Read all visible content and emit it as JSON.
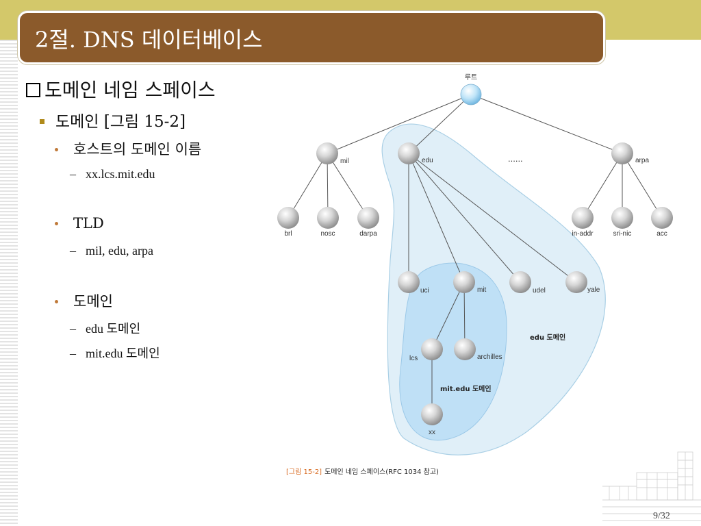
{
  "slide": {
    "title": "2절. DNS 데이터베이스",
    "heading": "도메인 네임 스페이스",
    "subheading": "도메인 [그림 15-2]",
    "bullets": [
      {
        "text": "호스트의 도메인 이름",
        "subs": [
          "xx.lcs.mit.edu"
        ]
      },
      {
        "text": "TLD",
        "subs": [
          "mil, edu, arpa"
        ]
      },
      {
        "text": "도메인",
        "subs": [
          "edu 도메인",
          "mit.edu 도메인"
        ]
      }
    ],
    "page_number": "9/32"
  },
  "diagram": {
    "root_label": "루트",
    "nodes": {
      "mil": "mil",
      "edu": "edu",
      "arpa": "arpa",
      "ellipsis": "......",
      "brl": "brl",
      "nosc": "nosc",
      "darpa": "darpa",
      "in_addr": "in-addr",
      "sri_nic": "sri-nic",
      "acc": "acc",
      "uci": "uci",
      "mit": "mit",
      "udel": "udel",
      "yale": "yale",
      "lcs": "lcs",
      "archilles": "archilles",
      "xx": "xx"
    },
    "region_labels": {
      "edu_domain": "edu 도메인",
      "mit_domain": "mit.edu 도메인"
    },
    "caption_prefix": "[그림 15-2]",
    "caption_text": "도메인 네임 스페이스(RFC 1034 참고)",
    "colors": {
      "title_bar": "#8b5a2b",
      "top_band": "#d3c86a",
      "edu_region": "#e0eff8",
      "mit_region": "#bfe0f6",
      "root_node": "#bfe4f8",
      "caption_accent": "#d86a20"
    }
  }
}
